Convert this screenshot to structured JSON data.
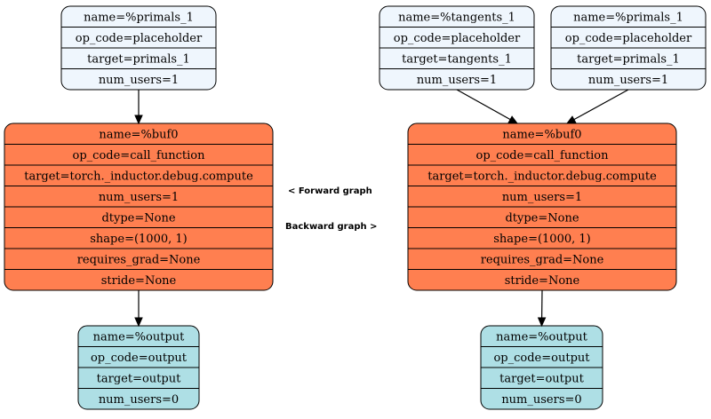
{
  "colors": {
    "placeholder_fill": "#eff6fd",
    "call_function_fill": "#ff7f50",
    "output_fill": "#aedfe5",
    "stroke": "#000000"
  },
  "labels": {
    "forward": "< Forward graph",
    "backward": "Backward graph >"
  },
  "graphs": [
    {
      "name": "forward-graph",
      "nodes": [
        {
          "id": "fwd-primals-1",
          "kind": "placeholder",
          "fields": [
            "name=%primals_1",
            "op_code=placeholder",
            "target=primals_1",
            "num_users=1"
          ]
        },
        {
          "id": "fwd-buf0",
          "kind": "call_function",
          "fields": [
            "name=%buf0",
            "op_code=call_function",
            "target=torch._inductor.debug.compute",
            "num_users=1",
            "dtype=None",
            "shape=(1000, 1)",
            "requires_grad=None",
            "stride=None"
          ]
        },
        {
          "id": "fwd-output",
          "kind": "output",
          "fields": [
            "name=%output",
            "op_code=output",
            "target=output",
            "num_users=0"
          ]
        }
      ],
      "edges": [
        {
          "from": "fwd-primals-1",
          "to": "fwd-buf0"
        },
        {
          "from": "fwd-buf0",
          "to": "fwd-output"
        }
      ]
    },
    {
      "name": "backward-graph",
      "nodes": [
        {
          "id": "bwd-tangents-1",
          "kind": "placeholder",
          "fields": [
            "name=%tangents_1",
            "op_code=placeholder",
            "target=tangents_1",
            "num_users=1"
          ]
        },
        {
          "id": "bwd-primals-1",
          "kind": "placeholder",
          "fields": [
            "name=%primals_1",
            "op_code=placeholder",
            "target=primals_1",
            "num_users=1"
          ]
        },
        {
          "id": "bwd-buf0",
          "kind": "call_function",
          "fields": [
            "name=%buf0",
            "op_code=call_function",
            "target=torch._inductor.debug.compute",
            "num_users=1",
            "dtype=None",
            "shape=(1000, 1)",
            "requires_grad=None",
            "stride=None"
          ]
        },
        {
          "id": "bwd-output",
          "kind": "output",
          "fields": [
            "name=%output",
            "op_code=output",
            "target=output",
            "num_users=0"
          ]
        }
      ],
      "edges": [
        {
          "from": "bwd-tangents-1",
          "to": "bwd-buf0"
        },
        {
          "from": "bwd-primals-1",
          "to": "bwd-buf0"
        },
        {
          "from": "bwd-buf0",
          "to": "bwd-output"
        }
      ]
    }
  ]
}
